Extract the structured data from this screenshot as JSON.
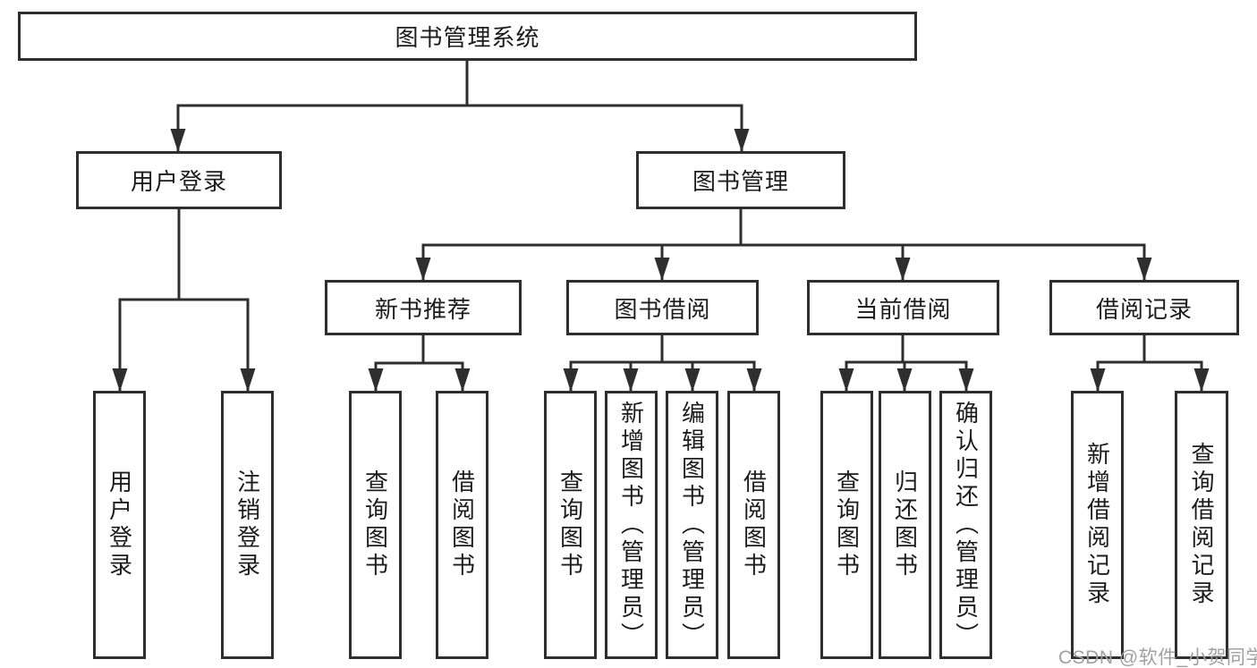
{
  "colors": {
    "line": "#2e2e2e",
    "text": "#1c1c1c",
    "watermark": "#a0a0a0",
    "background": "#ffffff"
  },
  "watermark": "CSDN @软件_小贺同学",
  "tree": {
    "label": "图书管理系统",
    "children": [
      {
        "label": "用户登录",
        "children": [
          {
            "label": "用户登录"
          },
          {
            "label": "注销登录"
          }
        ]
      },
      {
        "label": "图书管理",
        "children": [
          {
            "label": "新书推荐",
            "children": [
              {
                "label": "查询图书"
              },
              {
                "label": "借阅图书"
              }
            ]
          },
          {
            "label": "图书借阅",
            "children": [
              {
                "label": "查询图书"
              },
              {
                "label": "新增图书（管理员）"
              },
              {
                "label": "编辑图书（管理员）"
              },
              {
                "label": "借阅图书"
              }
            ]
          },
          {
            "label": "当前借阅",
            "children": [
              {
                "label": "查询图书"
              },
              {
                "label": "归还图书"
              },
              {
                "label": "确认归还（管理员）"
              }
            ]
          },
          {
            "label": "借阅记录",
            "children": [
              {
                "label": "新增借阅记录"
              },
              {
                "label": "查询借阅记录"
              }
            ]
          }
        ]
      }
    ]
  }
}
